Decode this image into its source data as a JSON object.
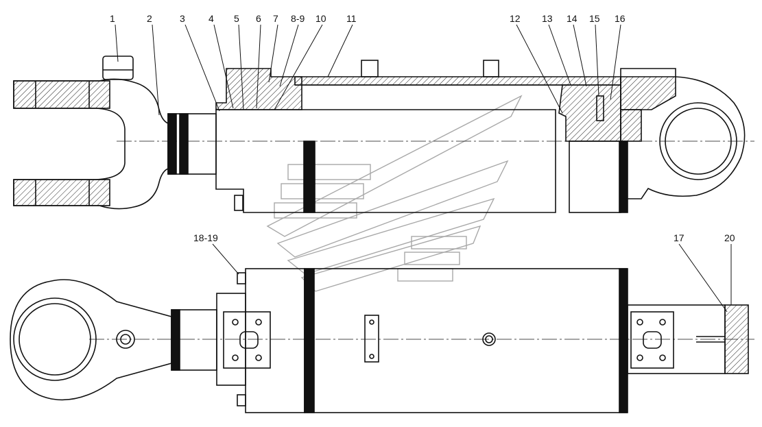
{
  "diagram": {
    "colors": {
      "ink": "#111111",
      "hatch": "#222222",
      "watermark": "#9a9a9a"
    },
    "callouts": [
      "1",
      "2",
      "3",
      "4",
      "5",
      "6",
      "7",
      "8-9",
      "10",
      "11",
      "12",
      "13",
      "14",
      "15",
      "16",
      "18-19",
      "17",
      "20"
    ]
  }
}
